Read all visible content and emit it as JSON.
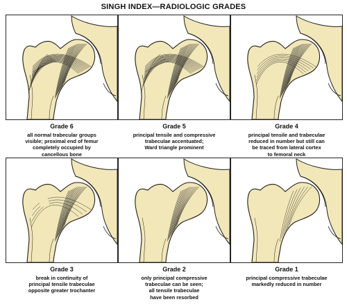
{
  "title": "SINGH INDEX—RADIOLOGIC GRADES",
  "colors": {
    "bone": "#f2e7b8",
    "outline": "#1c1c1c",
    "background": "#ffffff"
  },
  "panels": [
    {
      "grade": "Grade 6",
      "description": [
        "all normal trabecular groups",
        "visible; proximal end of femur",
        "completely occupied by",
        "cancellous bone"
      ],
      "tensile": 1.0,
      "compressive": 1.0,
      "secondary": 1.0
    },
    {
      "grade": "Grade 5",
      "description": [
        "principal tensile and compressive",
        "trabeculae accentuated;",
        "Ward triangle prominent"
      ],
      "tensile": 1.0,
      "compressive": 1.0,
      "secondary": 0.5
    },
    {
      "grade": "Grade 4",
      "description": [
        "principal tensile and trabeculae",
        "reduced in number but still can",
        "be traced from lateral cortex",
        "to femoral neck"
      ],
      "tensile": 0.5,
      "compressive": 1.0,
      "secondary": 0
    },
    {
      "grade": "Grade 3",
      "description": [
        "break in continuity of",
        "principal tensile trabeculae",
        "opposite greater trochanter"
      ],
      "tensile": 0.35,
      "compressive": 0.85,
      "secondary": 0
    },
    {
      "grade": "Grade 2",
      "description": [
        "only principal compressive",
        "trabeculae can be seen;",
        "all tensile trabeculae",
        "have been resorbed"
      ],
      "tensile": 0,
      "compressive": 0.8,
      "secondary": 0
    },
    {
      "grade": "Grade 1",
      "description": [
        "principal compressive trabeculae",
        "markedly reduced in number"
      ],
      "tensile": 0,
      "compressive": 0.35,
      "secondary": 0
    }
  ]
}
